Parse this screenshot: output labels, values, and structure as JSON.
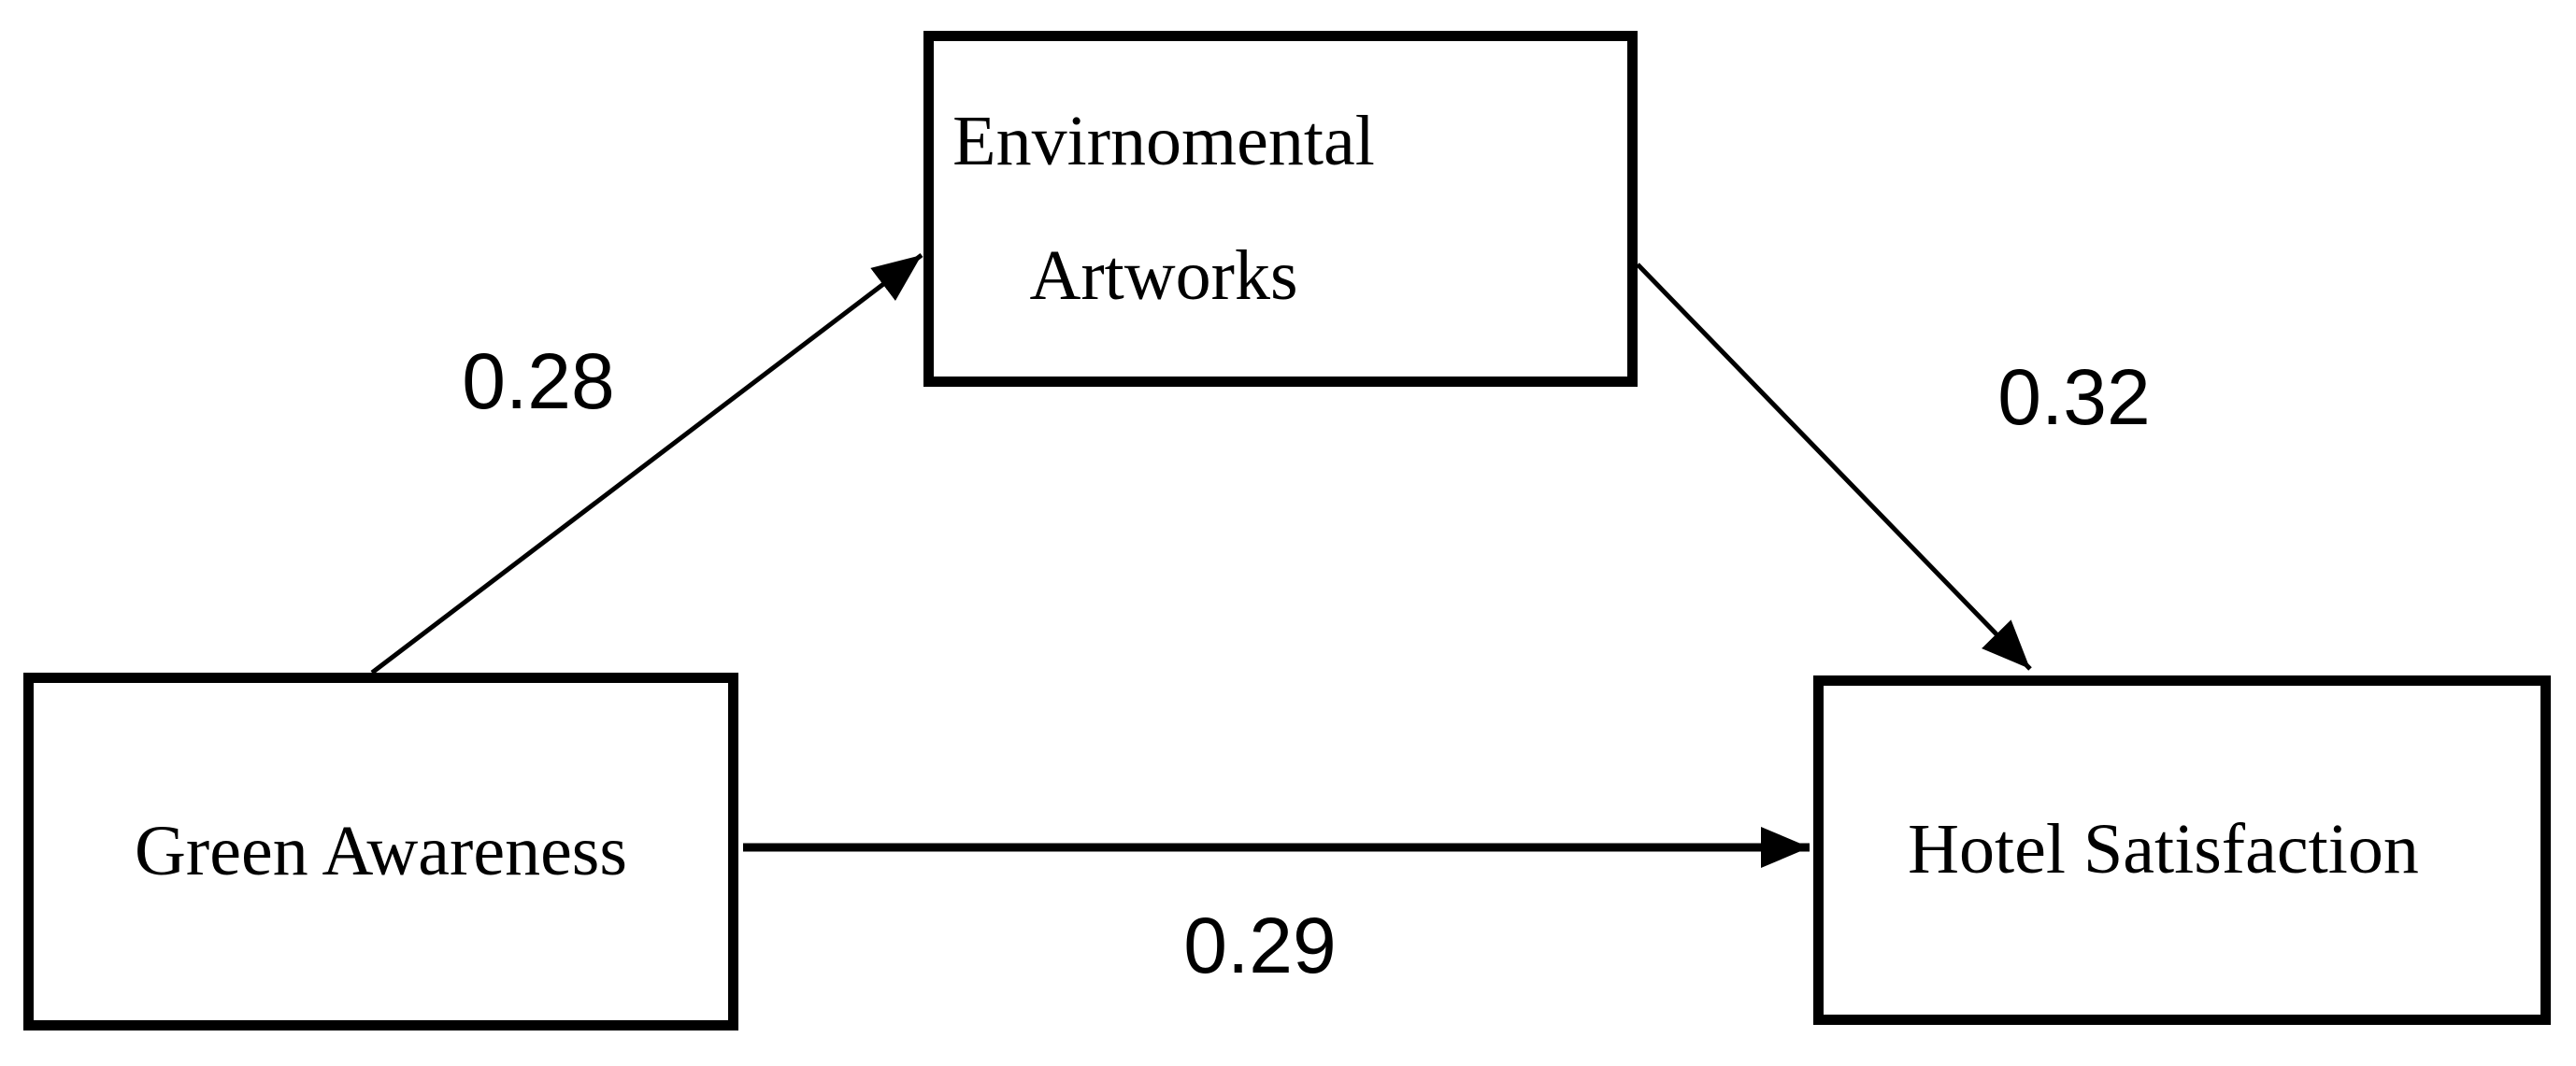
{
  "diagram": {
    "nodes": {
      "mediator": {
        "line1": "Envirnomental",
        "line2": "Artworks"
      },
      "predictor": {
        "label": "Green Awareness"
      },
      "outcome": {
        "label": "Hotel Satisfaction"
      }
    },
    "paths": {
      "a": {
        "from": "Green Awareness",
        "to": "Envirnomental Artworks",
        "value": "0.28"
      },
      "b": {
        "from": "Envirnomental Artworks",
        "to": "Hotel Satisfaction",
        "value": "0.32"
      },
      "c": {
        "from": "Green Awareness",
        "to": "Hotel Satisfaction",
        "value": "0.29"
      }
    },
    "colors": {
      "ink": "#000000",
      "background": "#ffffff"
    }
  }
}
